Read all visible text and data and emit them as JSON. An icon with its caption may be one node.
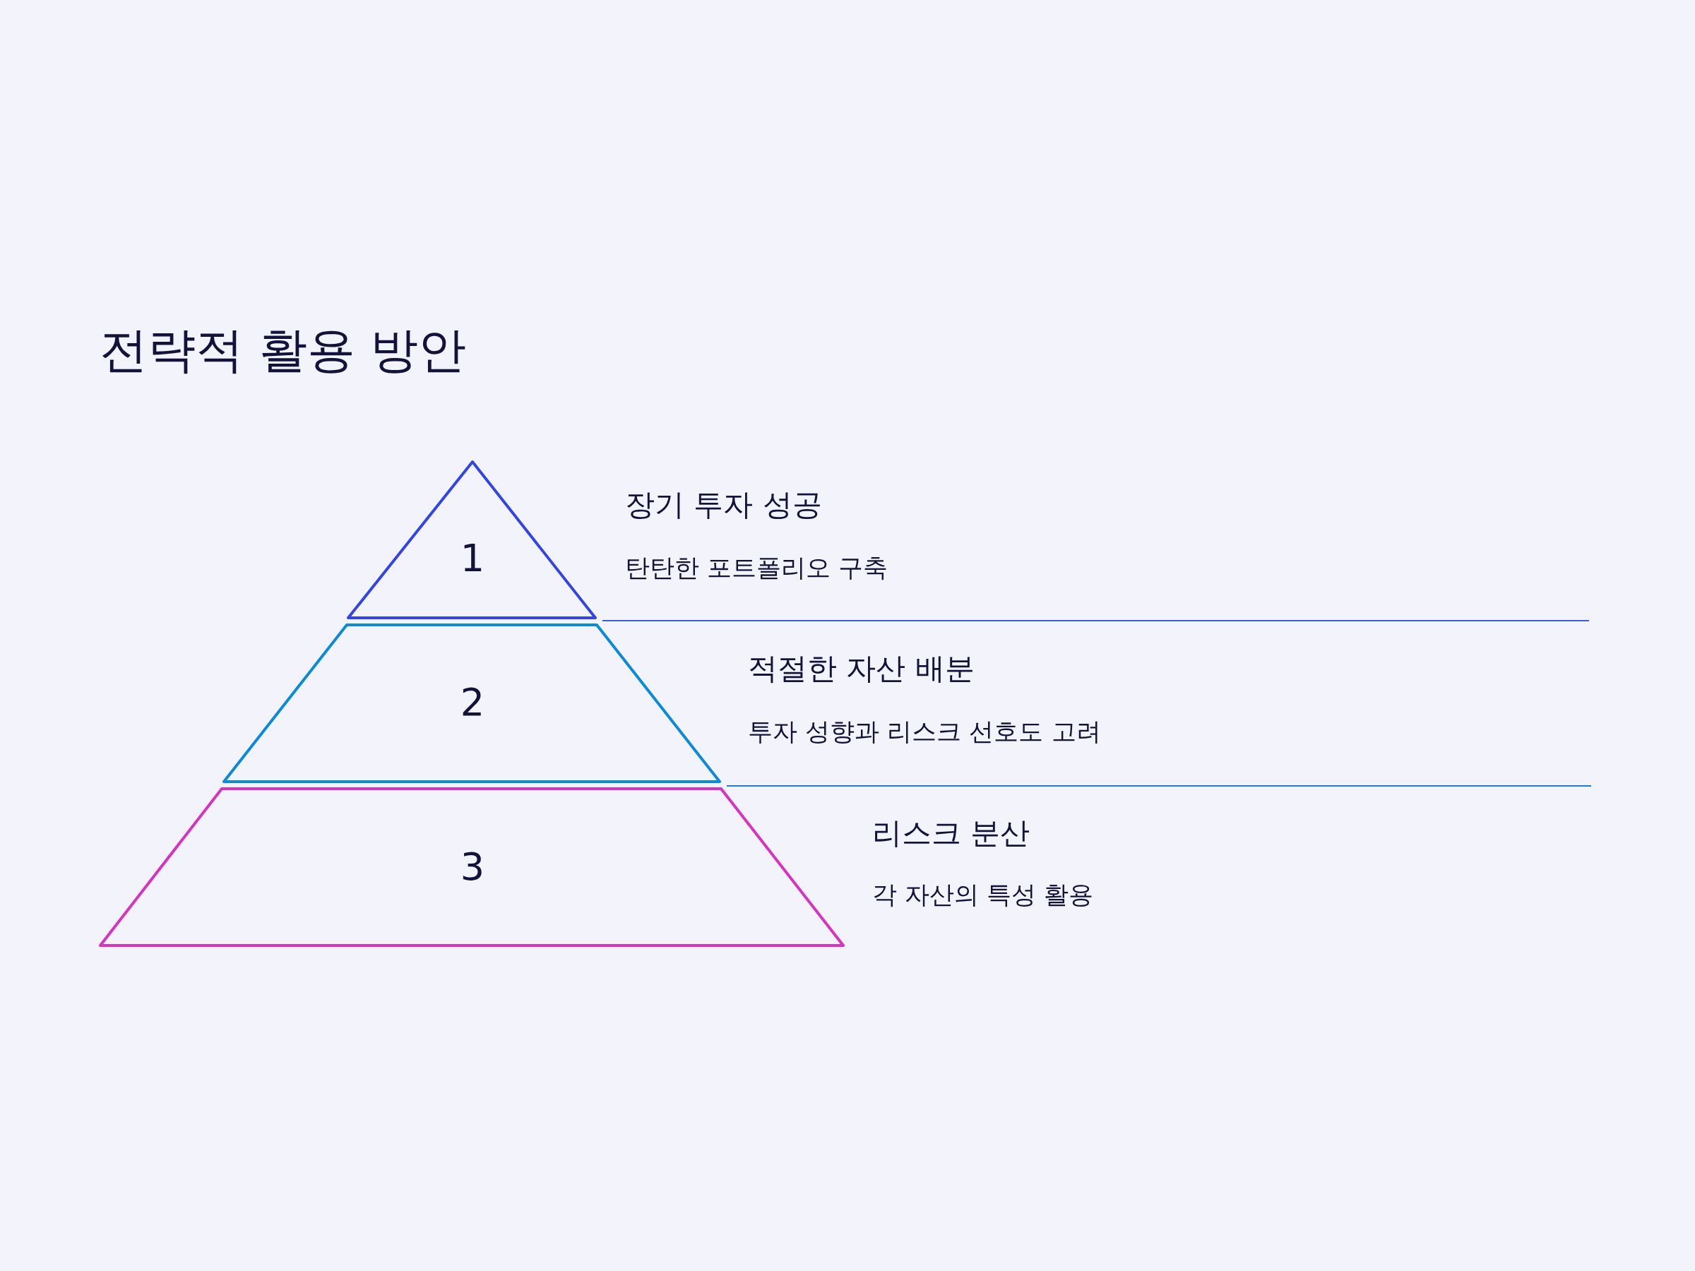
{
  "diagram": {
    "title": "전략적 활용 방안",
    "nodes": [
      {
        "text": [
          "1"
        ],
        "beside": [
          "장기 투자 성공",
          "탄탄한 포트폴리오 구축"
        ]
      },
      {
        "text": [
          "2"
        ],
        "beside": [
          "적절한 자산 배분",
          "투자 성향과 리스크 선호도 고려"
        ]
      },
      {
        "text": [
          "3"
        ],
        "beside": [
          "리스크 분산",
          "각 자산의 특성 활용"
        ]
      }
    ]
  }
}
